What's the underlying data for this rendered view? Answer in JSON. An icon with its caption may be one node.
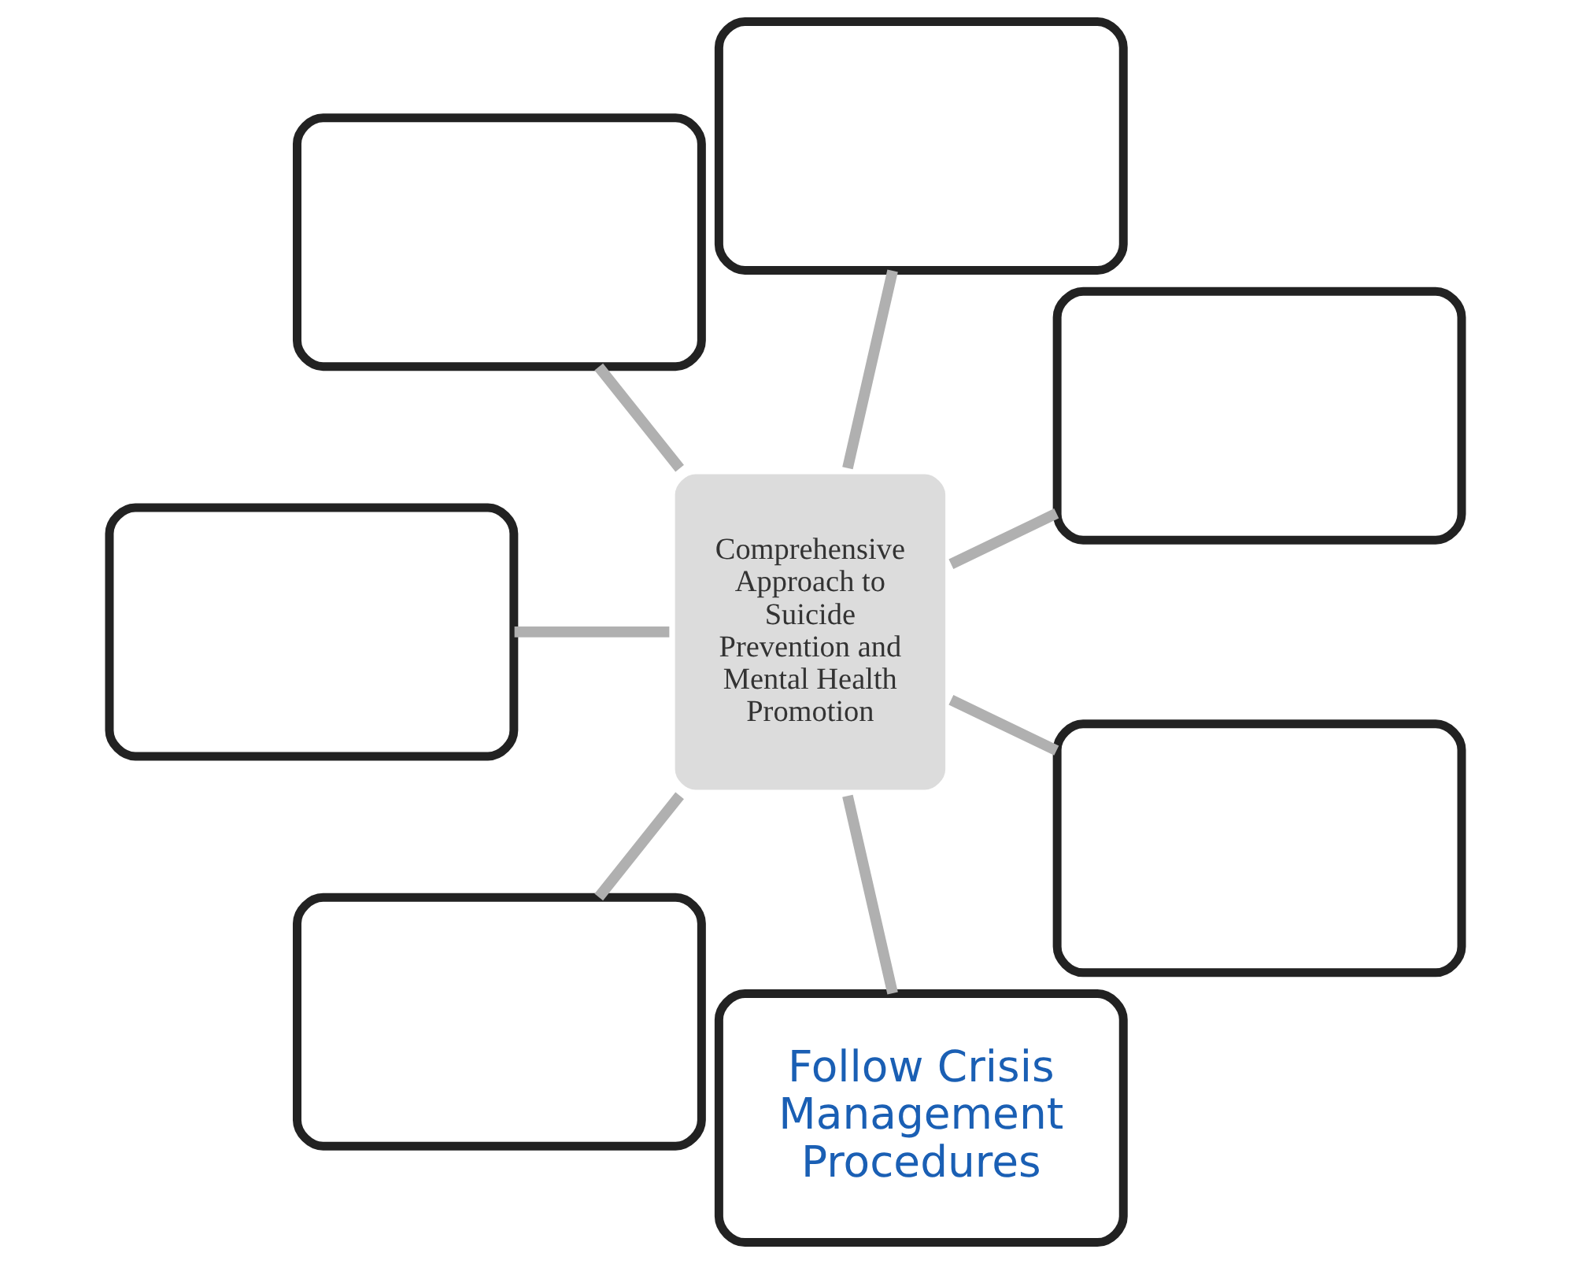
{
  "diagram": {
    "nodes": [
      {
        "text": [],
        "shape": "box"
      },
      {
        "text": [],
        "shape": "box"
      },
      {
        "text": [],
        "shape": "box"
      },
      {
        "text": [
          "Comprehensive Approach to Suicide Prevention and Mental Health Promotion"
        ]
      },
      {
        "text": [],
        "shape": "box"
      },
      {
        "text": [],
        "shape": "box"
      },
      {
        "text": [
          "Follow Crisis Management Procedures"
        ]
      },
      {
        "text": [],
        "shape": "box"
      }
    ],
    "edges": [
      {
        "from": 3,
        "to": 0,
        "arrow": "none"
      },
      {
        "from": 3,
        "to": 1,
        "arrow": "none"
      },
      {
        "from": 3,
        "to": 2,
        "arrow": "none"
      },
      {
        "from": 3,
        "to": 4,
        "arrow": "none"
      },
      {
        "from": 3,
        "to": 5,
        "arrow": "none"
      },
      {
        "from": 3,
        "to": 7,
        "arrow": "none"
      },
      {
        "from": 3,
        "to": 6,
        "arrow": "none"
      }
    ]
  }
}
